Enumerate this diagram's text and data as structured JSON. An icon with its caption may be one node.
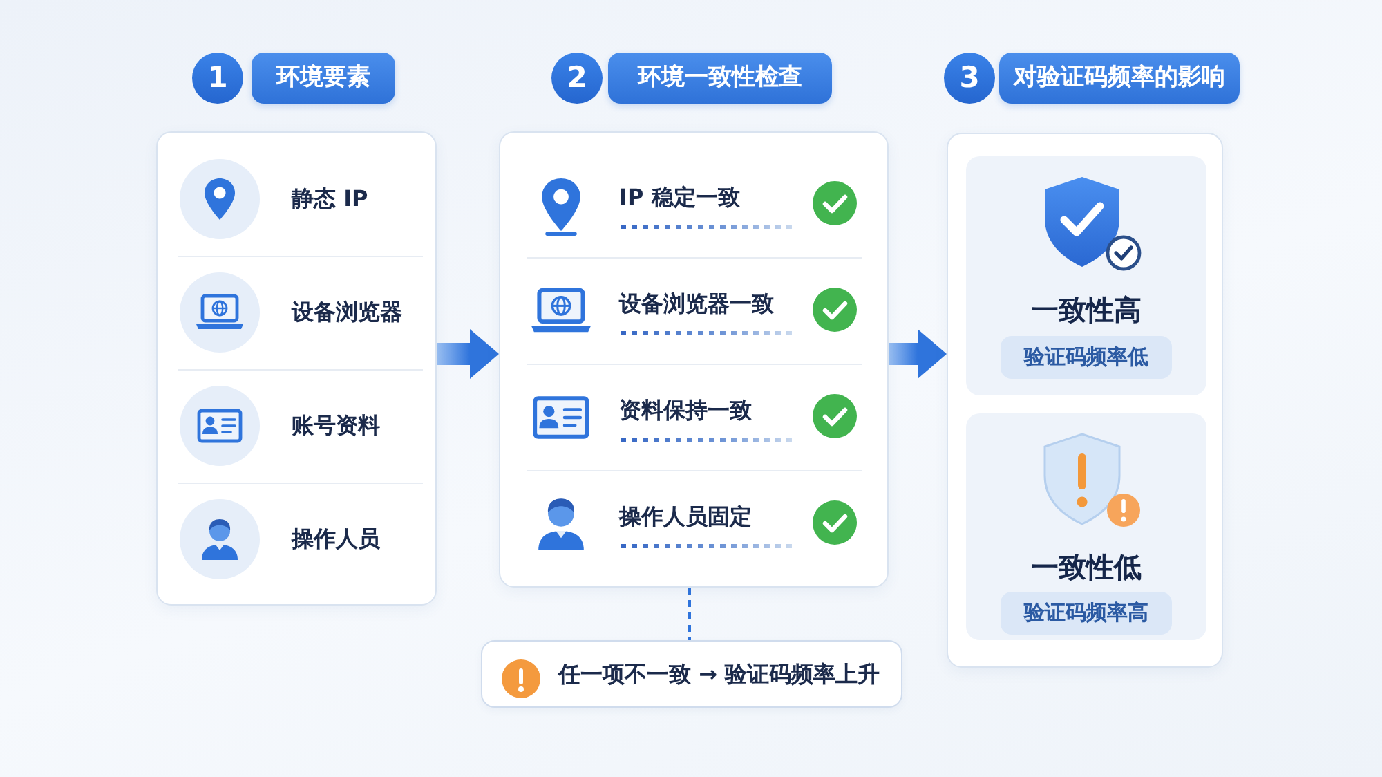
{
  "diagram": {
    "nodes": [
      {
        "text": [
          "1"
        ]
      },
      {
        "text": [
          "环境要素"
        ]
      },
      {
        "text": [],
        "shape": "box"
      },
      {
        "text": [
          "静态 IP"
        ],
        "in": 2
      },
      {
        "text": [
          "设备浏览器"
        ],
        "in": 2
      },
      {
        "text": [
          "账号资料"
        ],
        "in": 2
      },
      {
        "text": [
          "操作人员"
        ],
        "in": 2
      },
      {
        "text": [
          "2"
        ]
      },
      {
        "text": [
          "环境一致性检查"
        ]
      },
      {
        "text": [],
        "shape": "box"
      },
      {
        "text": [
          "IP 稳定一致"
        ],
        "in": 9
      },
      {
        "text": [
          "设备浏览器一致"
        ],
        "in": 9
      },
      {
        "text": [
          "资料保持一致"
        ],
        "in": 9
      },
      {
        "text": [
          "操作人员固定"
        ],
        "in": 9
      },
      {
        "text": [
          "3"
        ]
      },
      {
        "text": [
          "对验证码频率的影响"
        ]
      },
      {
        "text": [],
        "shape": "box"
      },
      {
        "text": [
          "一致性高"
        ],
        "in": 16
      },
      {
        "text": [
          "验证码频率低"
        ],
        "in": 17
      },
      {
        "text": [
          "一致性低"
        ],
        "in": 16
      },
      {
        "text": [
          "验证码频率高"
        ],
        "in": 19
      },
      {
        "text": [
          "任一项不一致 → 验证码频率上升"
        ]
      }
    ],
    "edges": [
      {
        "from": 2,
        "to": 9,
        "arrow": "to",
        "style": "thick"
      },
      {
        "from": 9,
        "to": 16,
        "arrow": "to",
        "style": "thick"
      },
      {
        "from": 9,
        "to": 21,
        "arrow": "none",
        "style": "dashed"
      }
    ]
  }
}
